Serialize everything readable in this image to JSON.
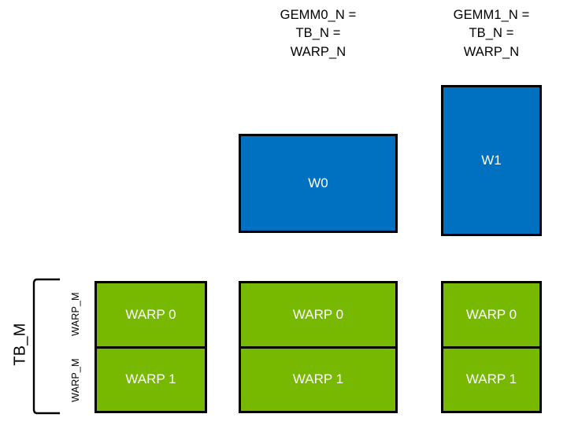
{
  "diagram": {
    "title_semantic": "gemm-warp-tiling-diagram",
    "background_color": "#FFFFFF",
    "colors": {
      "blue_block": "#0070C0",
      "green_block": "#76B900",
      "outline": "#000000",
      "box_text": "#FFFFFF",
      "label_text": "#000000"
    },
    "headers": [
      {
        "id": "gemm0",
        "text": "GEMM0_N =\nTB_N =\nWARP_N"
      },
      {
        "id": "gemm1",
        "text": "GEMM1_N =\nTB_N =\nWARP_N"
      }
    ],
    "blue_blocks": [
      {
        "id": "w0",
        "label": "W0"
      },
      {
        "id": "w1",
        "label": "W1"
      }
    ],
    "green_columns": [
      {
        "id": "col0",
        "cells": [
          {
            "label": "WARP 0"
          },
          {
            "label": "WARP 1"
          }
        ]
      },
      {
        "id": "col1",
        "cells": [
          {
            "label": "WARP 0"
          },
          {
            "label": "WARP 1"
          }
        ]
      },
      {
        "id": "col2",
        "cells": [
          {
            "label": "WARP 0"
          },
          {
            "label": "WARP 1"
          }
        ]
      }
    ],
    "side_labels": {
      "tb_m": "TB_M",
      "warp_m_top": "WARP_M",
      "warp_m_bottom": "WARP_M"
    }
  }
}
